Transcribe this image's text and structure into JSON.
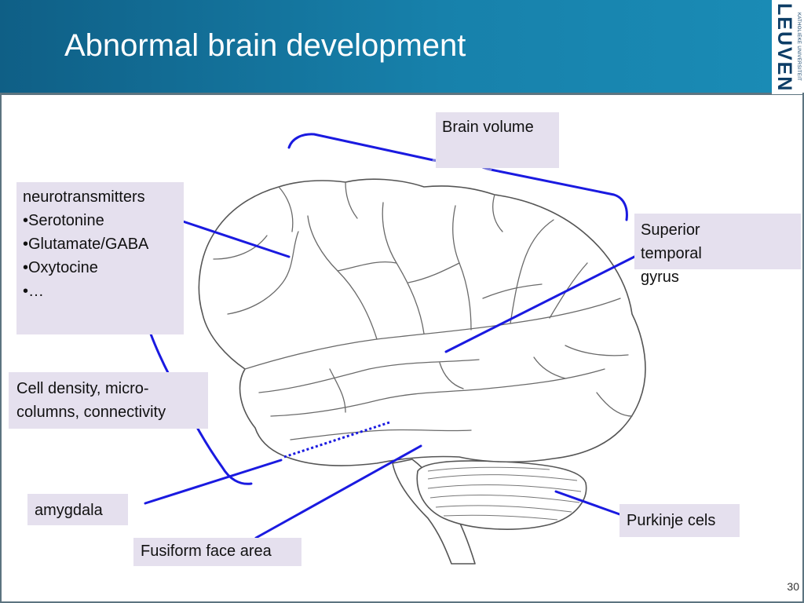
{
  "slide": {
    "title": "Abnormal brain development",
    "logo": {
      "main": "LEUVEN",
      "sub": "KATHOLIEKE UNIVERSITEIT"
    },
    "page_number": "30"
  },
  "labels": {
    "brain_volume": "Brain volume",
    "neurotransmitters": {
      "heading": "neurotransmitters",
      "items": [
        "•Serotonine",
        "•Glutamate/GABA",
        "•Oxytocine",
        "•…"
      ]
    },
    "superior_temporal_gyrus": [
      "Superior",
      "temporal",
      "gyrus"
    ],
    "cell_density": [
      "Cell density, micro-",
      "columns,  connectivity"
    ],
    "amygdala": "amygdala",
    "fusiform_face_area": "Fusiform face area",
    "purkinje_cells": "Purkinje cels"
  },
  "colors": {
    "header": "#1781ab",
    "label_background": "#e5e0ee",
    "annotation_line": "#1a1ae0",
    "brace_highlight": "#7b7bdc"
  }
}
